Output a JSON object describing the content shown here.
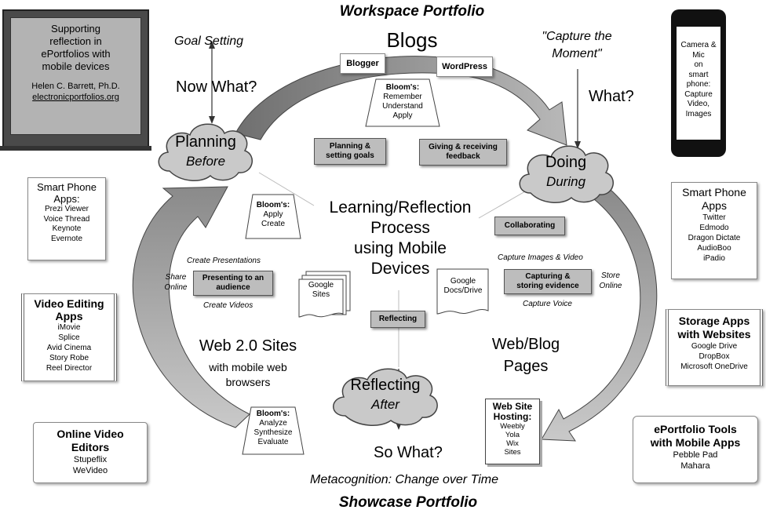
{
  "header": {
    "top_title": "Workspace Portfolio",
    "blogs": "Blogs",
    "bottom_title": "Showcase Portfolio",
    "metacognition": "Metacognition: Change over Time"
  },
  "intro_board": {
    "lines": [
      "Supporting",
      "reflection in",
      "ePortfolios with",
      "mobile devices"
    ],
    "author": "Helen C. Barrett, Ph.D.",
    "site": "electronicportfolios.org"
  },
  "phone": {
    "lines": [
      "Camera &",
      "Mic",
      "on",
      "smart",
      "phone:",
      "Capture",
      "Video,",
      "Images"
    ]
  },
  "questions": {
    "goal_setting": "Goal Setting",
    "now_what": "Now What?",
    "capture_moment_1": "\"Capture the",
    "capture_moment_2": "Moment\"",
    "what": "What?",
    "so_what": "So What?"
  },
  "clouds": {
    "planning": {
      "title": "Planning",
      "sub": "Before"
    },
    "doing": {
      "title": "Doing",
      "sub": "During"
    },
    "reflecting": {
      "title": "Reflecting",
      "sub": "After"
    }
  },
  "blog_tools": {
    "blogger": "Blogger",
    "wordpress": "WordPress"
  },
  "blooms": {
    "top": [
      "Bloom's:",
      "Remember",
      "Understand",
      "Apply"
    ],
    "left": [
      "Bloom's:",
      "Apply",
      "Create"
    ],
    "bottom": [
      "Bloom's:",
      "Analyze",
      "Synthesize",
      "Evaluate"
    ]
  },
  "center": {
    "lines": [
      "Learning/Reflection",
      "Process",
      "using Mobile",
      "Devices"
    ]
  },
  "activities": {
    "planning_goals": [
      "Planning &",
      "setting goals"
    ],
    "feedback": [
      "Giving & receiving",
      "feedback"
    ],
    "collaborating": "Collaborating",
    "presenting": [
      "Presenting to an",
      "audience"
    ],
    "capturing": [
      "Capturing &",
      "storing evidence"
    ],
    "reflecting": "Reflecting"
  },
  "labels": {
    "create_presentations": "Create Presentations",
    "share_online_1": "Share",
    "share_online_2": "Online",
    "create_videos": "Create Videos",
    "capture_images_video": "Capture Images & Video",
    "store_online_1": "Store",
    "store_online_2": "Online",
    "capture_voice": "Capture Voice"
  },
  "docs": {
    "google_sites": [
      "Google",
      "Sites"
    ],
    "google_docs": [
      "Google",
      "Docs/Drive"
    ]
  },
  "web20": {
    "title": "Web 2.0 Sites",
    "sub_1": "with mobile web",
    "sub_2": "browsers"
  },
  "webblog": {
    "line1": "Web/Blog",
    "line2": "Pages"
  },
  "panels": {
    "smartphone_left": {
      "title": [
        "Smart Phone",
        "Apps:"
      ],
      "items": [
        "Prezi Viewer",
        "Voice Thread",
        "Keynote",
        "Evernote"
      ]
    },
    "video_editing": {
      "title": [
        "Video Editing",
        "Apps"
      ],
      "items": [
        "iMovie",
        "Splice",
        "Avid Cinema",
        "Story Robe",
        "Reel Director"
      ]
    },
    "online_video": {
      "title": [
        "Online Video",
        "Editors"
      ],
      "items": [
        "Stupeflix",
        "WeVideo"
      ]
    },
    "smartphone_right": {
      "title": [
        "Smart Phone",
        "Apps"
      ],
      "items": [
        "Twitter",
        "Edmodo",
        "Dragon Dictate",
        "AudioBoo",
        "iPadio"
      ]
    },
    "storage": {
      "title": [
        "Storage Apps",
        "with Websites"
      ],
      "items": [
        "Google Drive",
        "DropBox",
        "Microsoft OneDrive"
      ]
    },
    "eportfolio": {
      "title": [
        "ePortfolio Tools",
        "with Mobile Apps"
      ],
      "items": [
        "Pebble Pad",
        "Mahara"
      ]
    },
    "hosting": {
      "title": [
        "Web Site",
        "Hosting:"
      ],
      "items": [
        "Weebly",
        "Yola",
        "Wix",
        "Sites"
      ]
    }
  }
}
